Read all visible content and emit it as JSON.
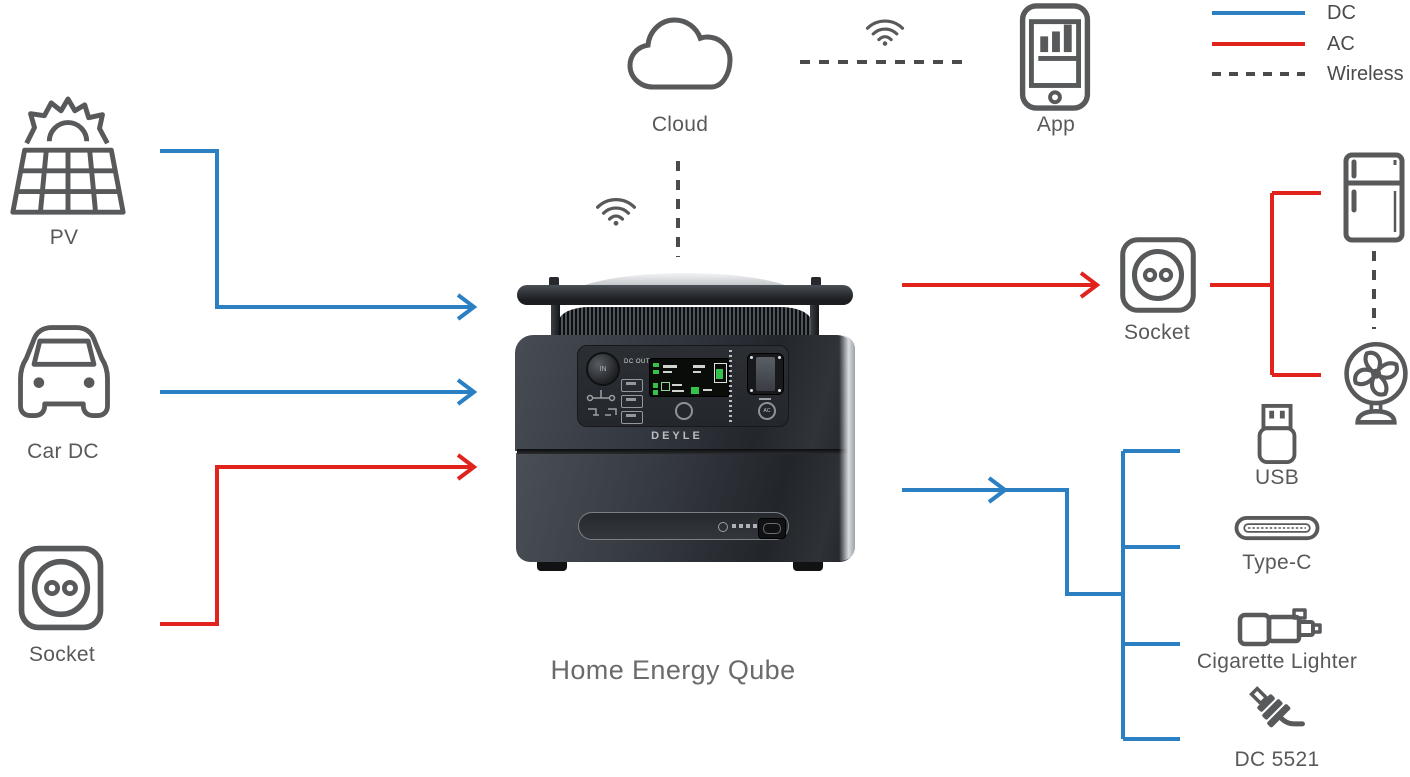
{
  "colors": {
    "dc": "#2b80c4",
    "ac": "#e1231d",
    "wireless": "#4a4b4d",
    "icon": "#58595b",
    "label": "#58595b",
    "title": "#6a6b6d"
  },
  "legend": {
    "dc_label": "DC",
    "ac_label": "AC",
    "wireless_label": "Wireless"
  },
  "inputs": {
    "pv_label": "PV",
    "car_label": "Car DC",
    "socket_label": "Socket"
  },
  "connectivity": {
    "cloud_label": "Cloud",
    "app_label": "App"
  },
  "device": {
    "name": "Home Energy Qube",
    "brand": "DEYLE",
    "dc_out_label": "DC OUT",
    "dc_in_label": "IN",
    "ac_button_label": "AC"
  },
  "outputs": {
    "socket_label": "Socket",
    "usb_label": "USB",
    "type_c_label": "Type-C",
    "cigarette_label": "Cigarette Lighter",
    "dc5521_label": "DC 5521"
  }
}
